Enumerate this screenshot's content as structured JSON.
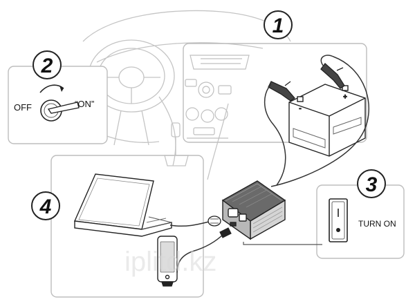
{
  "steps": [
    {
      "number": "1"
    },
    {
      "number": "2",
      "off_label": "OFF",
      "on_label": "“ON”"
    },
    {
      "number": "3",
      "switch_label": "TURN ON"
    },
    {
      "number": "4"
    }
  ],
  "watermark": "iplitd.kz",
  "colors": {
    "line": "#333333",
    "panel": "#bdbdbd",
    "inverter_dark": "#555555",
    "inverter_light": "#d5d5d5"
  }
}
